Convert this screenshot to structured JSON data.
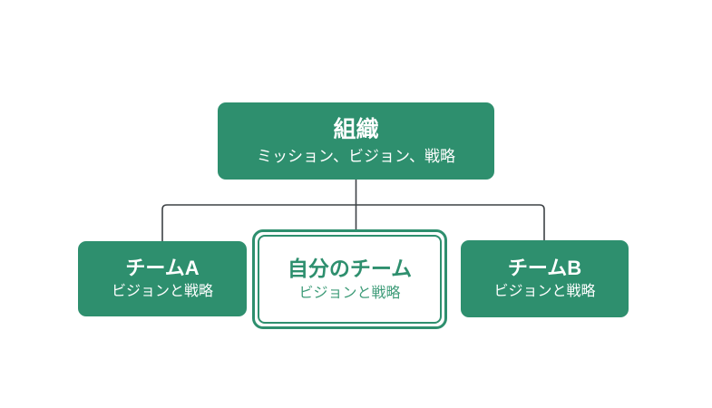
{
  "diagram": {
    "colors": {
      "node_fill_green": "#2e8f6e",
      "connector_line": "#3d4245",
      "highlight_subtitle_green": "#3f9c79",
      "background": "#ffffff"
    },
    "root": {
      "title": "組織",
      "subtitle": "ミッション、ビジョン、戦略"
    },
    "children": [
      {
        "id": "team-a",
        "title": "チームA",
        "subtitle": "ビジョンと戦略",
        "highlighted": false
      },
      {
        "id": "my-team",
        "title": "自分のチーム",
        "subtitle": "ビジョンと戦略",
        "highlighted": true
      },
      {
        "id": "team-b",
        "title": "チームB",
        "subtitle": "ビジョンと戦略",
        "highlighted": false
      }
    ]
  }
}
